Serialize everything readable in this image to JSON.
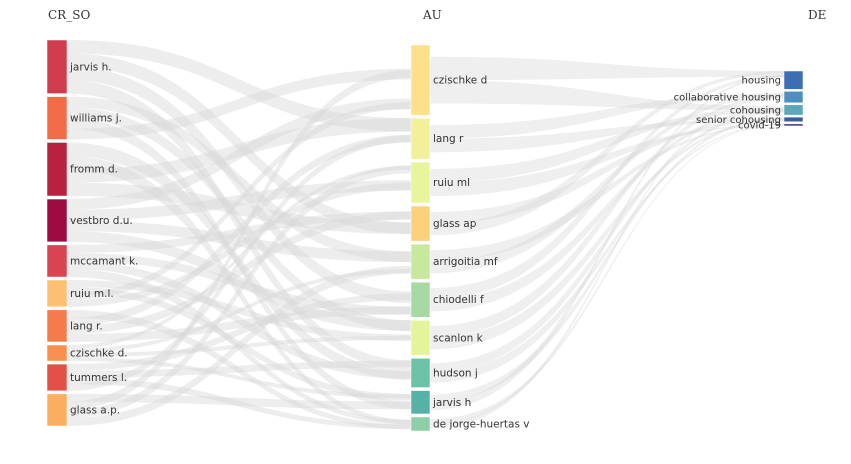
{
  "chart_data": {
    "type": "sankey",
    "title": "",
    "columns": [
      {
        "key": "cr_so",
        "header": "CR_SO"
      },
      {
        "key": "au",
        "header": "AU"
      },
      {
        "key": "de",
        "header": "DE"
      }
    ],
    "cr_so": [
      {
        "name": "jarvis h.",
        "weight": 5,
        "color": "#d13d4f"
      },
      {
        "name": "williams j.",
        "weight": 4,
        "color": "#f26c48"
      },
      {
        "name": "fromm d.",
        "weight": 5,
        "color": "#b8213f"
      },
      {
        "name": "vestbro d.u.",
        "weight": 4,
        "color": "#9e0a42"
      },
      {
        "name": "mccamant k.",
        "weight": 3,
        "color": "#d94453"
      },
      {
        "name": "ruiu m.l.",
        "weight": 2.5,
        "color": "#fdbf70"
      },
      {
        "name": "lang r.",
        "weight": 3,
        "color": "#f47c4a"
      },
      {
        "name": "czischke d.",
        "weight": 1.5,
        "color": "#f89150"
      },
      {
        "name": "tummers l.",
        "weight": 2.5,
        "color": "#e25048"
      },
      {
        "name": "glass a.p.",
        "weight": 3,
        "color": "#fbad60"
      }
    ],
    "au": [
      {
        "name": "czischke d",
        "weight": 6,
        "color": "#fee08b"
      },
      {
        "name": "lang r",
        "weight": 3.5,
        "color": "#f3f09a"
      },
      {
        "name": "ruiu ml",
        "weight": 3.5,
        "color": "#e9f59c"
      },
      {
        "name": "glass ap",
        "weight": 3,
        "color": "#fdd07c"
      },
      {
        "name": "arrigoitia mf",
        "weight": 3,
        "color": "#c7e89f"
      },
      {
        "name": "chiodelli f",
        "weight": 3,
        "color": "#a8d8a4"
      },
      {
        "name": "scanlon k",
        "weight": 3,
        "color": "#e2f59a"
      },
      {
        "name": "hudson j",
        "weight": 2.5,
        "color": "#6cc2a6"
      },
      {
        "name": "jarvis h",
        "weight": 2,
        "color": "#56b1a6"
      },
      {
        "name": "de jorge-huertas v",
        "weight": 1.2,
        "color": "#8fcfa8"
      }
    ],
    "de": [
      {
        "name": "housing",
        "weight": 8,
        "color": "#3d6eb4"
      },
      {
        "name": "collaborative housing",
        "weight": 5,
        "color": "#4e8fc0"
      },
      {
        "name": "cohousing",
        "weight": 4.5,
        "color": "#5ba8b8"
      },
      {
        "name": "senior cohousing",
        "weight": 2,
        "color": "#3e5a9c"
      },
      {
        "name": "covid-19",
        "weight": 1,
        "color": "#5a4f98"
      }
    ],
    "link_color": "#d6d6d6"
  }
}
